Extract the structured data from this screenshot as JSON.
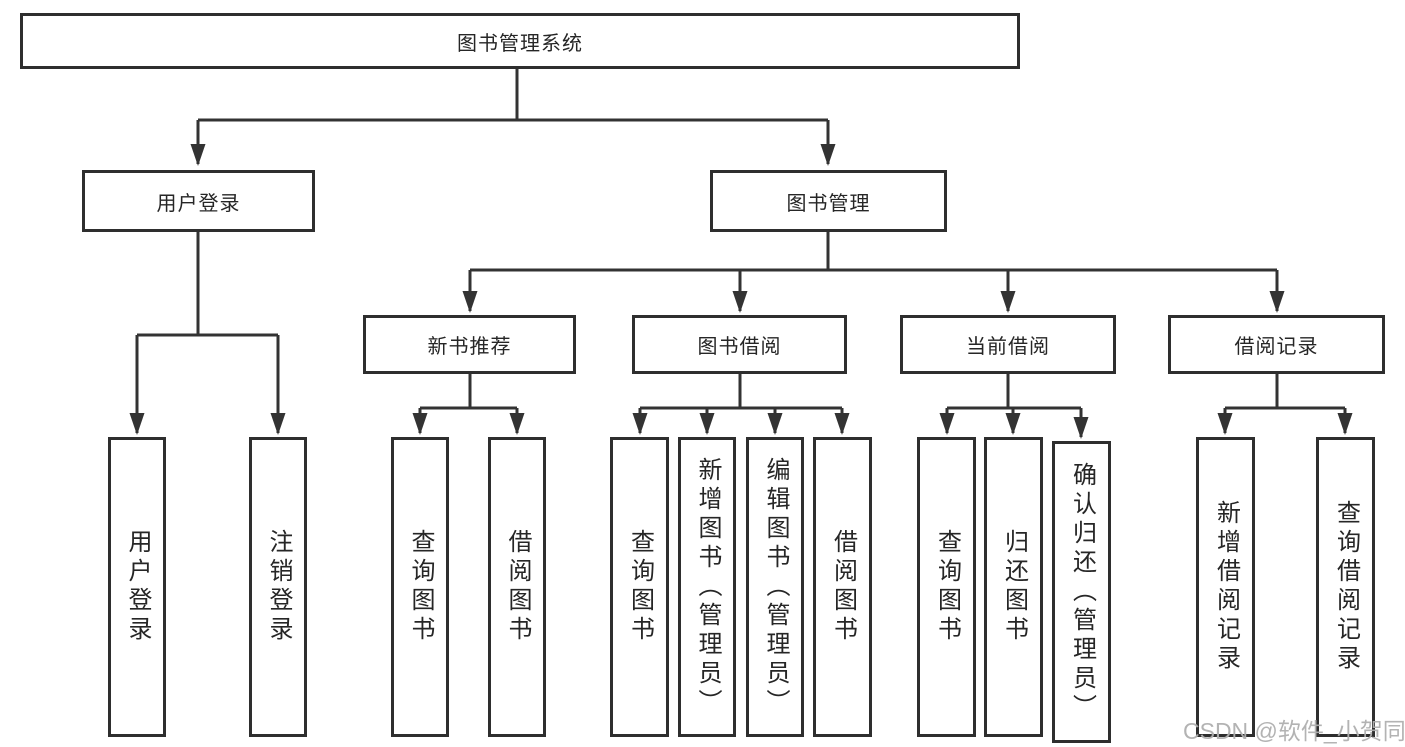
{
  "diagram": {
    "type": "hierarchy-tree",
    "colors": {
      "line": "#333333",
      "box_border": "#2e2e2e",
      "box_background": "#ffffff",
      "text": "#262626",
      "watermark": "#afafaf"
    },
    "watermark": "CSDN @软件_小贺同学",
    "nodes": {
      "root": {
        "label": "图书管理系统",
        "level": 1
      },
      "user_login": {
        "label": "用户登录",
        "level": 2,
        "parent": "root"
      },
      "book_mgmt": {
        "label": "图书管理",
        "level": 2,
        "parent": "root"
      },
      "user_login_leaf": {
        "label": "用户登录",
        "level": 3,
        "parent": "user_login"
      },
      "logout_leaf": {
        "label": "注销登录",
        "level": 3,
        "parent": "user_login"
      },
      "new_book_rec": {
        "label": "新书推荐",
        "level": 3,
        "parent": "book_mgmt"
      },
      "book_borrow": {
        "label": "图书借阅",
        "level": 3,
        "parent": "book_mgmt"
      },
      "current_borrow": {
        "label": "当前借阅",
        "level": 3,
        "parent": "book_mgmt"
      },
      "borrow_records": {
        "label": "借阅记录",
        "level": 3,
        "parent": "book_mgmt"
      },
      "nbr_query_books": {
        "label": "查询图书",
        "level": 4,
        "parent": "new_book_rec"
      },
      "nbr_borrow_books": {
        "label": "借阅图书",
        "level": 4,
        "parent": "new_book_rec"
      },
      "bb_query_books": {
        "label": "查询图书",
        "level": 4,
        "parent": "book_borrow"
      },
      "bb_add_books": {
        "label": "新增图书（管理员）",
        "level": 4,
        "parent": "book_borrow"
      },
      "bb_edit_books": {
        "label": "编辑图书（管理员）",
        "level": 4,
        "parent": "book_borrow"
      },
      "bb_borrow_books": {
        "label": "借阅图书",
        "level": 4,
        "parent": "book_borrow"
      },
      "cb_query_books": {
        "label": "查询图书",
        "level": 4,
        "parent": "current_borrow"
      },
      "cb_return_books": {
        "label": "归还图书",
        "level": 4,
        "parent": "current_borrow"
      },
      "cb_confirm_return": {
        "label": "确认归还（管理员）",
        "level": 4,
        "parent": "current_borrow"
      },
      "br_add_record": {
        "label": "新增借阅记录",
        "level": 4,
        "parent": "borrow_records"
      },
      "br_query_record": {
        "label": "查询借阅记录",
        "level": 4,
        "parent": "borrow_records"
      }
    }
  }
}
